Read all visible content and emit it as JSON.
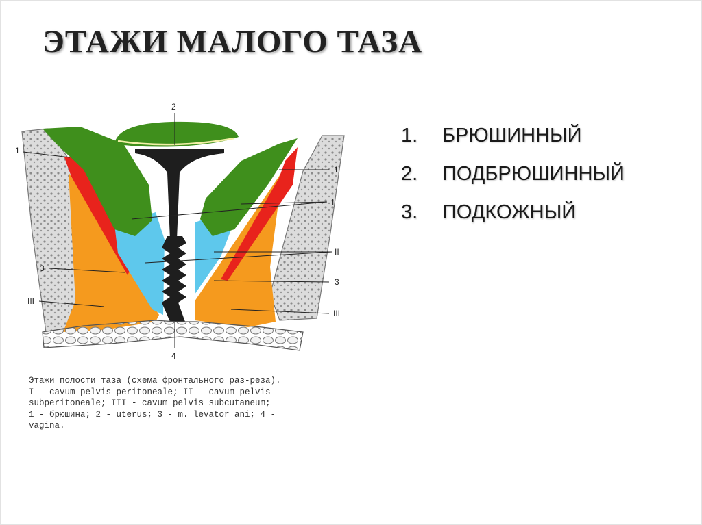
{
  "title": "ЭТАЖИ МАЛОГО ТАЗА",
  "levels": [
    {
      "num": "1.",
      "label": "БРЮШИННЫЙ"
    },
    {
      "num": "2.",
      "label": "ПОДБРЮШИННЫЙ"
    },
    {
      "num": "3.",
      "label": "ПОДКОЖНЫЙ"
    }
  ],
  "figure": {
    "labels": {
      "top": "2",
      "bottom": "4",
      "left_1": "1",
      "left_3": "3",
      "left_III": "III",
      "right_1": "1",
      "right_I": "I",
      "right_II": "II",
      "right_3": "3",
      "right_III": "III"
    },
    "colors": {
      "peritoneal_green": "#3f8f1c",
      "subperitoneal_blue": "#5ec8ec",
      "levator_red": "#e8231c",
      "subcutaneous_orange": "#f59a1e",
      "bone": "#d8d8d8",
      "uterus": "#1e1e1e"
    }
  },
  "caption": [
    "Этажи полости таза (схема фронтального раз-реза).",
    "I - cavum pelvis peritoneale; II - cavum pelvis",
    "subperitoneale; III - cavum pelvis subcutaneum;",
    "1 - брюшина; 2 - uterus; 3 - m. levator ani; 4 -",
    "vagina."
  ]
}
